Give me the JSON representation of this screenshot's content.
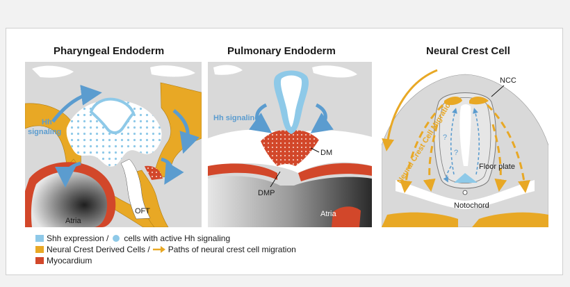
{
  "titles": {
    "pharyngeal": "Pharyngeal Endoderm",
    "pulmonary": "Pulmonary Endoderm",
    "neural": "Neural Crest Cell"
  },
  "labels": {
    "hh_signaling": "Hh signaling",
    "hh_signaling_word1": "Hh",
    "hh_signaling_word2": "signaling",
    "atria": "Atria",
    "oft": "OFT",
    "dm": "DM",
    "dmp": "DMP",
    "ncc": "NCC",
    "floor_plate": "Floor plate",
    "notochord": "Notochord",
    "ncc_migration": "Neural Crest Cell Migration",
    "question": "?"
  },
  "legend": {
    "shh_part1": "Shh expression /",
    "shh_part2": "cells with active Hh signaling",
    "ncd_part1": "Neural Crest Derived Cells /",
    "ncd_part2": "Paths of neural crest cell migration",
    "myo": "Myocardium"
  },
  "colors": {
    "shh_blue": "#8ec9e8",
    "ncc_orange": "#e8a825",
    "myocardium": "#d2472a",
    "tissue_gray": "#d9d9d9",
    "arrow_blue": "#5b9ccf"
  }
}
